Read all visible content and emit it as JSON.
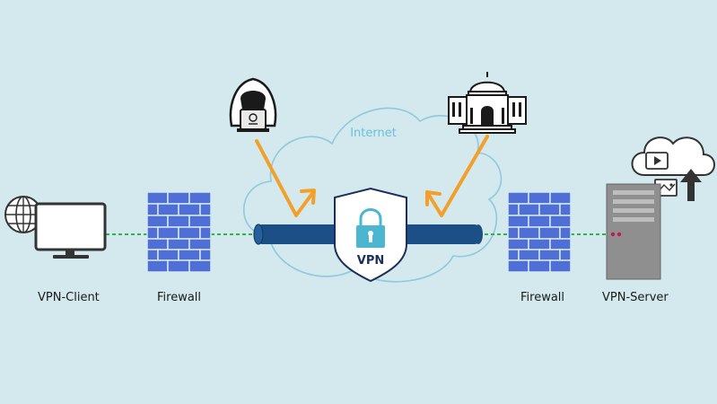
{
  "labels": {
    "client": "VPN-Client",
    "firewall_left": "Firewall",
    "internet": "Internet",
    "vpn": "VPN",
    "firewall_right": "Firewall",
    "server": "VPN-Server"
  },
  "icons": {
    "client": "computer-globe-icon",
    "firewall": "brick-wall-icon",
    "attacker": "hooded-hacker-icon",
    "authority": "government-building-icon",
    "shield": "shield-lock-icon",
    "server": "server-tower-icon",
    "cloud_upload": "cloud-upload-icon"
  },
  "colors": {
    "background": "#d3e9ee",
    "tunnel": "#1b4f86",
    "arrow": "#f3a02a",
    "link": "#2fb34a",
    "firewall": "#4f6fd6",
    "cloud_outline": "#8ec9dc",
    "internet_text": "#6cc0d9"
  }
}
